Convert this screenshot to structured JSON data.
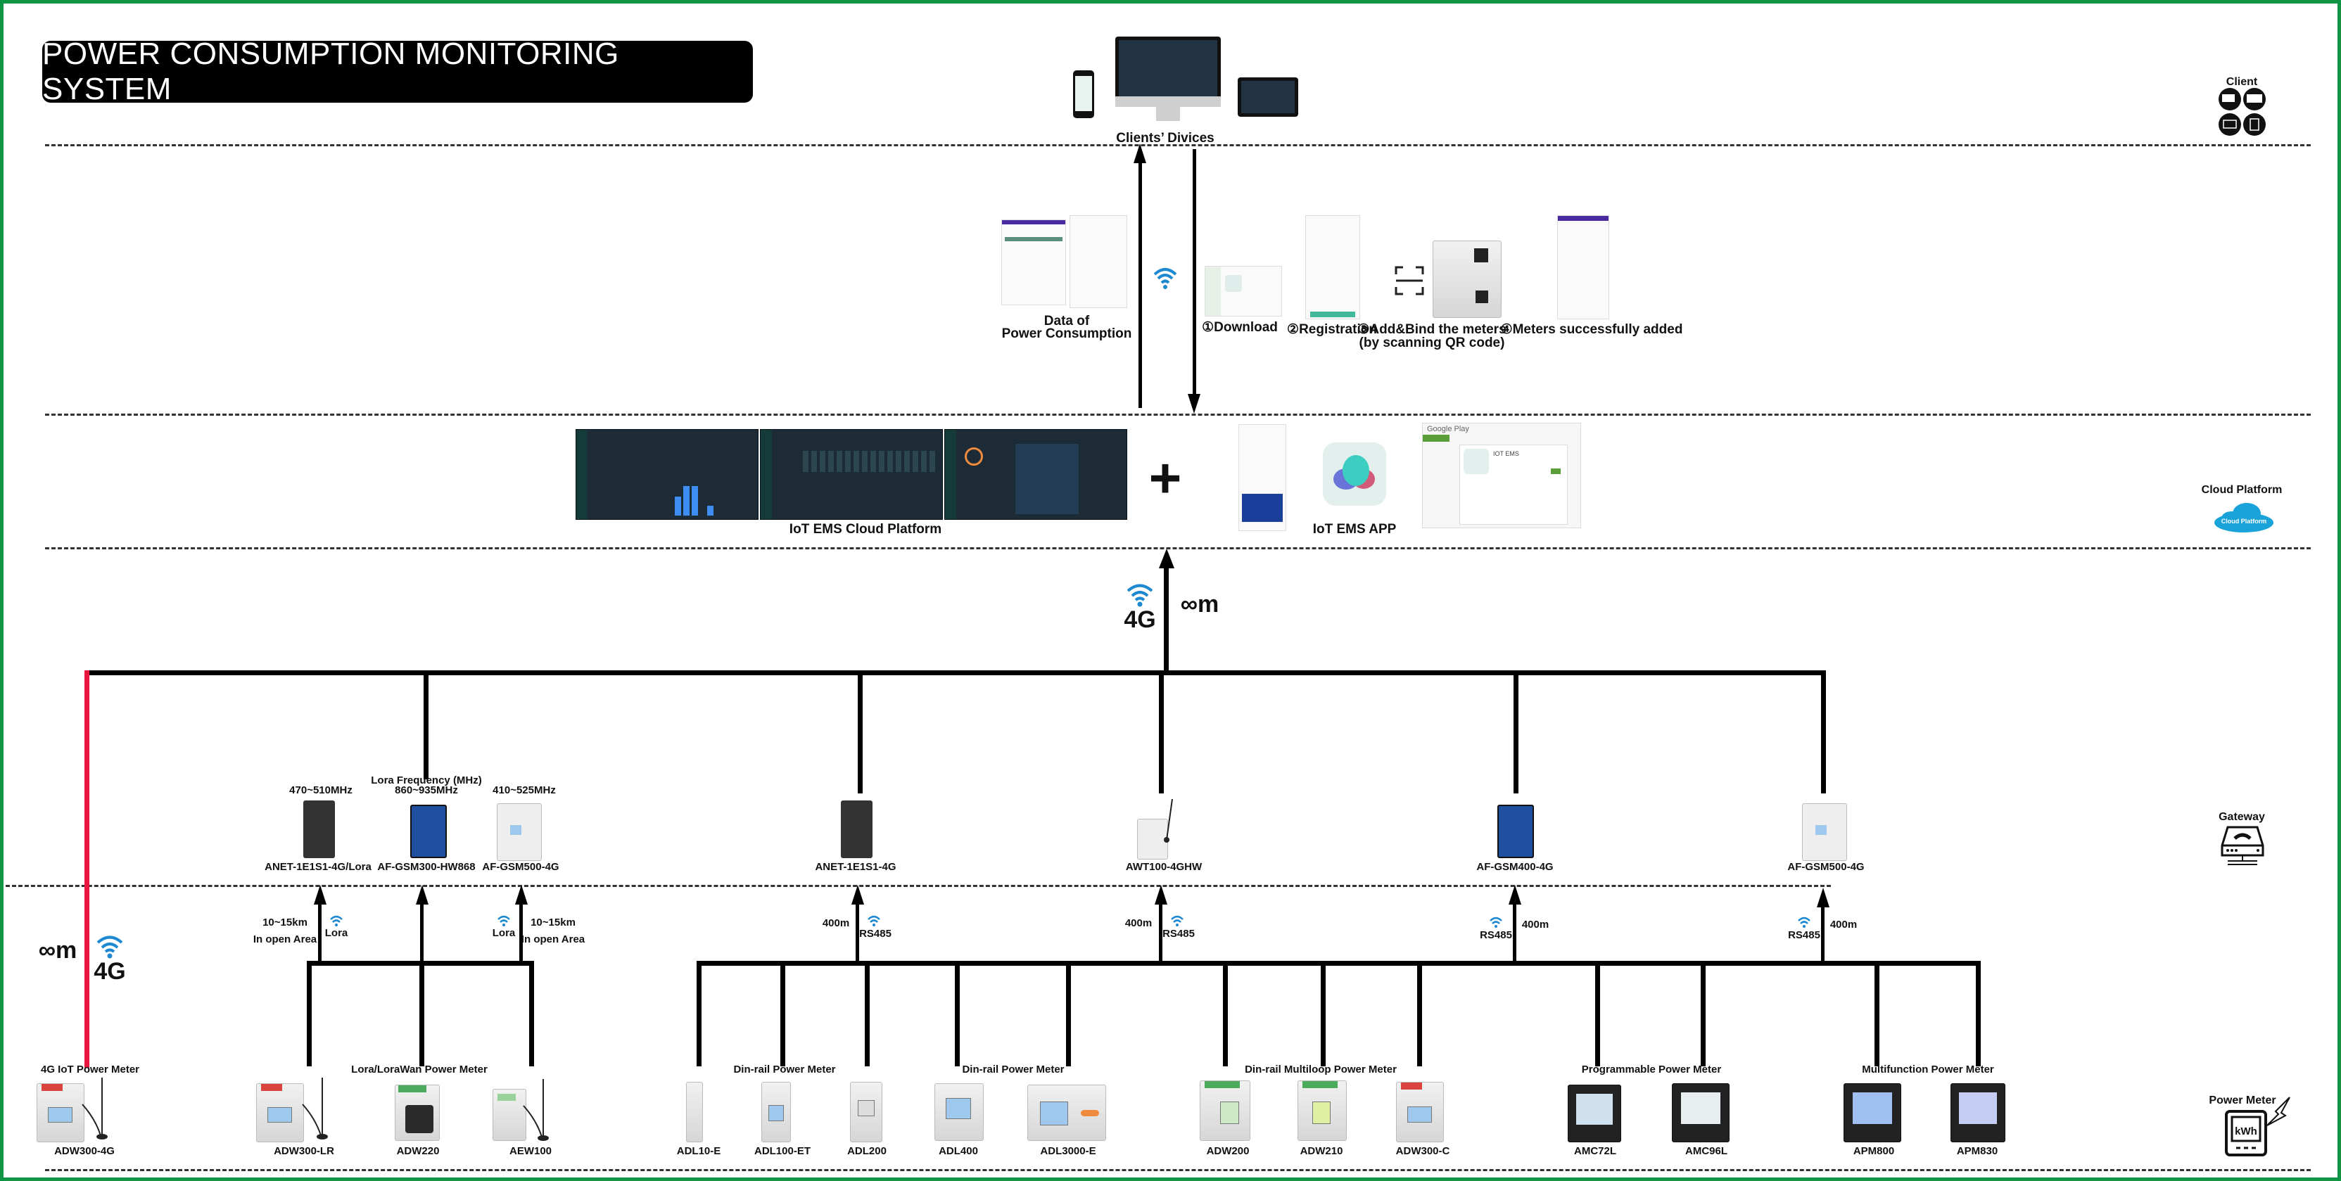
{
  "title": "POWER CONSUMPTION MONITORING SYSTEM",
  "colors": {
    "frame": "#0d9444",
    "direct_link": "#e8163c",
    "wifi": "#1e88d0",
    "cloud": "#1aa3d8"
  },
  "layers": {
    "client": "Client",
    "cloud": "Cloud Platform",
    "cloud_icon_text": "Cloud Platform",
    "gateway": "Gateway",
    "meter": "Power Meter",
    "meter_icon_text": "kWh"
  },
  "client": {
    "devices_label": "Clients’ Divices",
    "data_label_1": "Data of",
    "data_label_2": "Power Consumption",
    "steps": [
      {
        "label": "①Download"
      },
      {
        "label": "②Registration"
      },
      {
        "label": "③Add&Bind the meters",
        "sub": "(by scanning QR code)"
      },
      {
        "label": "④Meters successfully added"
      }
    ]
  },
  "cloud": {
    "platform_label": "IoT EMS Cloud Platform",
    "plus": "+",
    "app_label": "IoT EMS APP",
    "store_title": "Google Play",
    "store_app_name": "IOT EMS"
  },
  "uplink": {
    "tech": "4G",
    "distance": "∞m"
  },
  "direct": {
    "tech": "4G",
    "distance": "∞m"
  },
  "gateways": [
    {
      "name": "ANET-1E1S1-4G/Lora",
      "freq": "470~510MHz"
    },
    {
      "name": "AF-GSM300-HW868",
      "freq_title": "Lora Frequency (MHz)",
      "freq": "860~935MHz"
    },
    {
      "name": "AF-GSM500-4G",
      "freq": "410~525MHz"
    },
    {
      "name": "ANET-1E1S1-4G"
    },
    {
      "name": "AWT100-4GHW"
    },
    {
      "name": "AF-GSM400-4G"
    },
    {
      "name": "AF-GSM500-4G"
    }
  ],
  "links": {
    "lora_left": {
      "distance": "10~15km",
      "area": "In open Area",
      "proto": "Lora"
    },
    "lora_right": {
      "distance": "10~15km",
      "area": "In open Area",
      "proto": "Lora"
    },
    "rs485": [
      {
        "distance": "400m",
        "proto": "RS485"
      },
      {
        "distance": "400m",
        "proto": "RS485"
      },
      {
        "distance": "400m",
        "proto": "RS485"
      },
      {
        "distance": "400m",
        "proto": "RS485"
      }
    ]
  },
  "meter_groups": [
    {
      "title": "4G IoT Power Meter"
    },
    {
      "title": "Lora/LoraWan Power Meter"
    },
    {
      "title": "Din-rail Power Meter"
    },
    {
      "title": "Din-rail Power Meter"
    },
    {
      "title": "Din-rail Multiloop Power Meter"
    },
    {
      "title": "Programmable Power Meter"
    },
    {
      "title": "Multifunction Power Meter"
    }
  ],
  "meters": [
    "ADW300-4G",
    "ADW300-LR",
    "ADW220",
    "AEW100",
    "ADL10-E",
    "ADL100-ET",
    "ADL200",
    "ADL400",
    "ADL3000-E",
    "ADW200",
    "ADW210",
    "ADW300-C",
    "AMC72L",
    "AMC96L",
    "APM800",
    "APM830"
  ]
}
